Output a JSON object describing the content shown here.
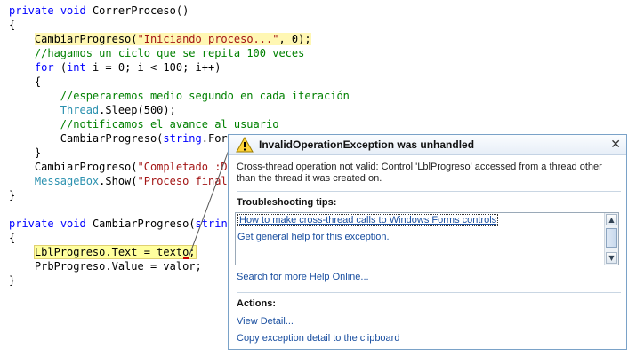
{
  "code": {
    "lines": [
      [
        {
          "t": "private",
          "c": "kw"
        },
        {
          "t": " "
        },
        {
          "t": "void",
          "c": "kw"
        },
        {
          "t": " CorrerProceso()"
        }
      ],
      [
        {
          "t": "{"
        }
      ],
      [
        {
          "t": "    "
        },
        {
          "t": "CambiarProgreso(",
          "c": "hl"
        },
        {
          "t": "\"Iniciando proceso...\"",
          "c": "str hl"
        },
        {
          "t": ", 0);",
          "c": "hl"
        }
      ],
      [
        {
          "t": "    "
        },
        {
          "t": "//hagamos un ciclo que se repita 100 veces",
          "c": "cm"
        }
      ],
      [
        {
          "t": "    "
        },
        {
          "t": "for",
          "c": "kw"
        },
        {
          "t": " ("
        },
        {
          "t": "int",
          "c": "kw"
        },
        {
          "t": " i = 0; i < 100; i++)"
        }
      ],
      [
        {
          "t": "    {"
        }
      ],
      [
        {
          "t": "        "
        },
        {
          "t": "//esperaremos medio segundo en cada iteración",
          "c": "cm"
        }
      ],
      [
        {
          "t": "        "
        },
        {
          "t": "Thread",
          "c": "ty"
        },
        {
          "t": ".Sleep(500);"
        }
      ],
      [
        {
          "t": "        "
        },
        {
          "t": "//notificamos el avance al usuario",
          "c": "cm"
        }
      ],
      [
        {
          "t": "        CambiarProgreso("
        },
        {
          "t": "string",
          "c": "kw"
        },
        {
          "t": ".Form"
        }
      ],
      [
        {
          "t": "    }"
        }
      ],
      [
        {
          "t": "    CambiarProgreso("
        },
        {
          "t": "\"Completado :D\"",
          "c": "str"
        }
      ],
      [
        {
          "t": "    "
        },
        {
          "t": "MessageBox",
          "c": "ty"
        },
        {
          "t": ".Show("
        },
        {
          "t": "\"Proceso finali",
          "c": "str"
        }
      ],
      [
        {
          "t": "}"
        }
      ],
      [
        {
          "t": ""
        }
      ],
      [
        {
          "t": "private",
          "c": "kw"
        },
        {
          "t": " "
        },
        {
          "t": "void",
          "c": "kw"
        },
        {
          "t": " CambiarProgreso("
        },
        {
          "t": "string",
          "c": "kw"
        }
      ],
      [
        {
          "t": "{"
        }
      ],
      [
        {
          "t": "    "
        },
        {
          "t": "LblProgreso.Text = texto;",
          "c": "hl-err"
        }
      ],
      [
        {
          "t": "    PrbProgreso.Value = valor;"
        }
      ],
      [
        {
          "t": "}"
        }
      ]
    ]
  },
  "dialog": {
    "title": "InvalidOperationException was unhandled",
    "close_glyph": "✕",
    "message": "Cross-thread operation not valid: Control 'LblProgreso' accessed from a thread other than the thread it was created on.",
    "tips_title": "Troubleshooting tips:",
    "tips": [
      "How to make cross-thread calls to Windows Forms controls",
      "Get general help for this exception."
    ],
    "search_link": "Search for more Help Online...",
    "actions_title": "Actions:",
    "actions": [
      "View Detail...",
      "Copy exception detail to the clipboard"
    ],
    "scroll_up_glyph": "▲",
    "scroll_down_glyph": "▼",
    "warning_icon": "warning-icon"
  }
}
